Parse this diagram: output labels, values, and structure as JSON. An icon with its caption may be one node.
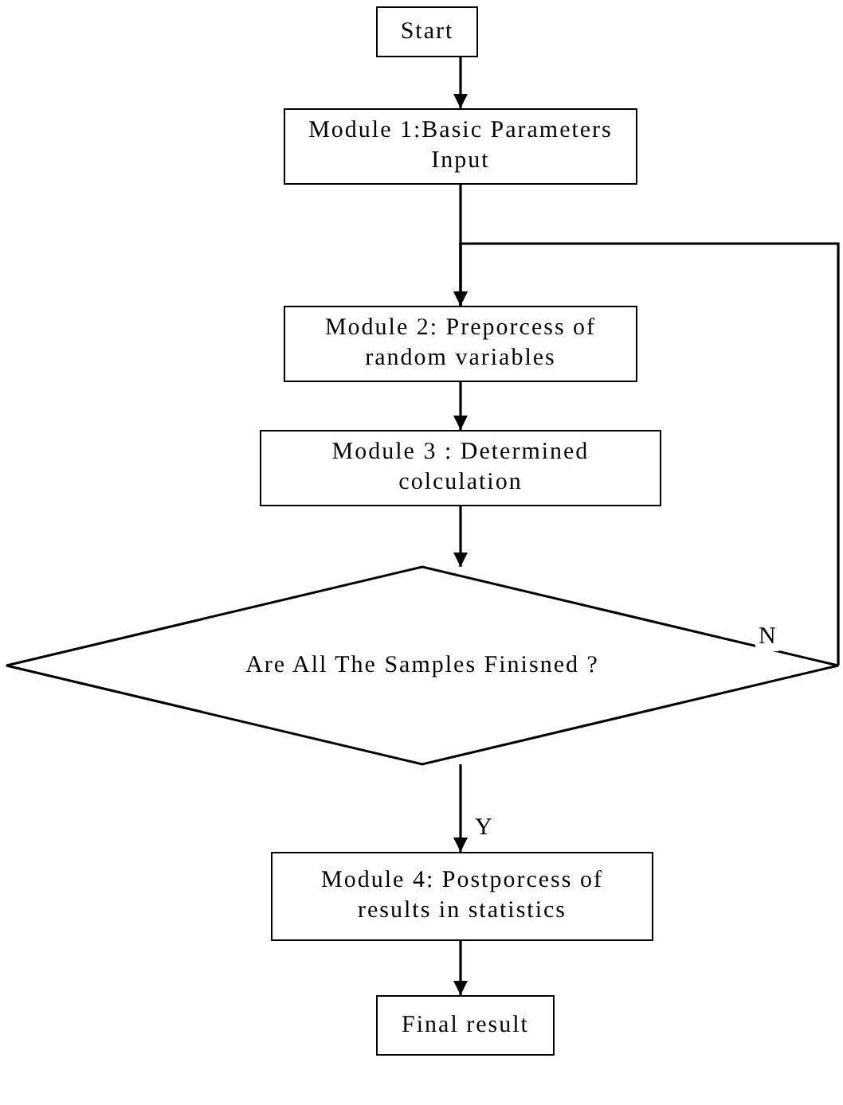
{
  "diagram": {
    "nodes": [
      {
        "text": [
          "Start"
        ]
      },
      {
        "text": [
          "Module 1:Basic Parameters Input"
        ]
      },
      {
        "text": [
          "Module 2: Preporcess of random variables"
        ]
      },
      {
        "text": [
          "Module 3 : Determined colculation"
        ]
      },
      {
        "text": [
          "Are All The Samples Finisned ?"
        ]
      },
      {
        "text": [
          "Module 4: Postporcess of results in statistics"
        ]
      },
      {
        "text": [
          "Final result"
        ]
      }
    ],
    "edges": [
      {
        "from": 0,
        "to": 1,
        "arrow": "to"
      },
      {
        "from": 1,
        "to": 2,
        "arrow": "to"
      },
      {
        "from": 2,
        "to": 3,
        "arrow": "to"
      },
      {
        "from": 3,
        "to": 4,
        "arrow": "to"
      },
      {
        "from": 4,
        "to": 5,
        "arrow": "to",
        "label": "Y"
      },
      {
        "from": 5,
        "to": 6,
        "arrow": "to"
      },
      {
        "from": 4,
        "to": 2,
        "arrow": "to",
        "label": "N"
      }
    ]
  }
}
